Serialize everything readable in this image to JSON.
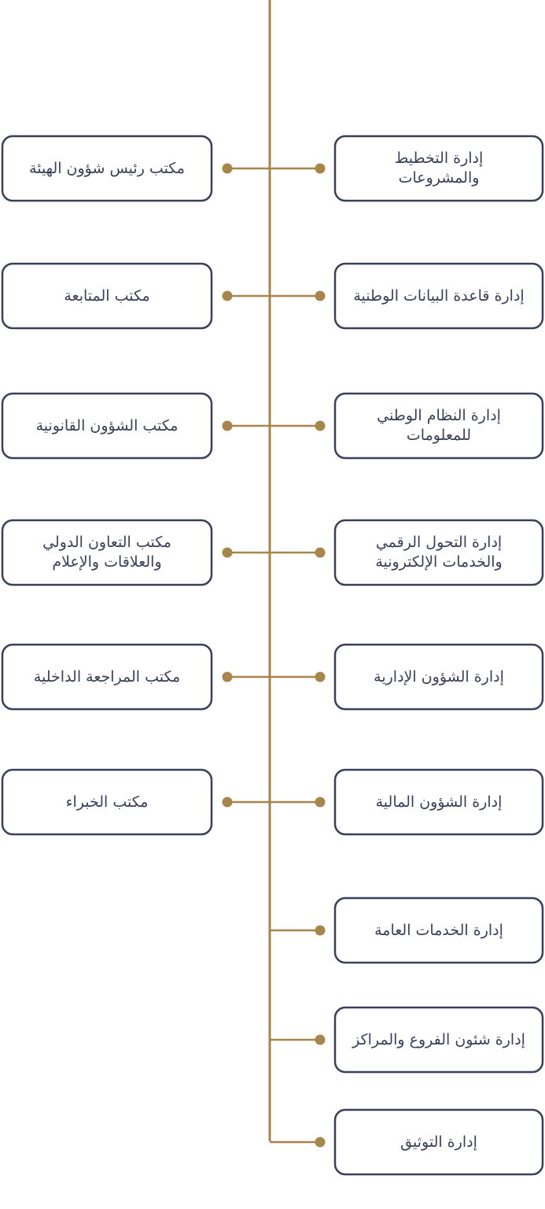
{
  "colors": {
    "line": "#a8864b",
    "box_border": "#3a405c",
    "text": "#3a405c",
    "background": "#ffffff"
  },
  "departments_right": [
    {
      "label": "إدارة التخطيط والمشروعات"
    },
    {
      "label": "إدارة قاعدة البيانات الوطنية"
    },
    {
      "label": "إدارة النظام الوطني للمعلومات"
    },
    {
      "label": "إدارة التحول الرقمي والخدمات الإلكترونية"
    },
    {
      "label": "إدارة الشؤون الإدارية"
    },
    {
      "label": "إدارة الشؤون المالية"
    },
    {
      "label": "إدارة الخدمات العامة"
    },
    {
      "label": "إدارة شئون الفروع والمراكز"
    },
    {
      "label": "إدارة التوثيق"
    }
  ],
  "offices_left": [
    {
      "label": "مكتب رئيس شؤون الهيئة"
    },
    {
      "label": "مكتب المتابعة"
    },
    {
      "label": "مكتب الشؤون القانونية"
    },
    {
      "label": "مكتب التعاون الدولي والعلاقات والإعلام"
    },
    {
      "label": "مكتب المراجعة الداخلية"
    },
    {
      "label": "مكتب الخبراء"
    }
  ]
}
